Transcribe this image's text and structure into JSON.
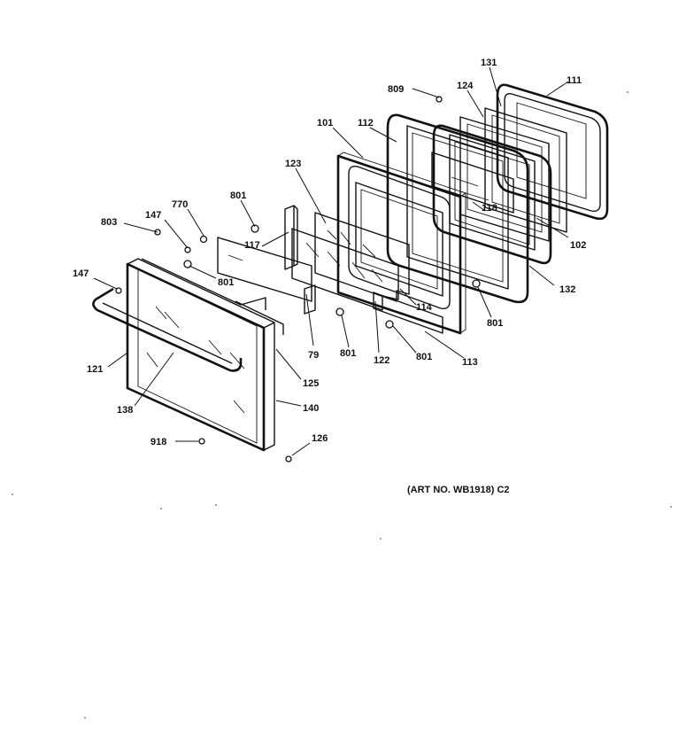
{
  "caption": "(ART NO. WB1918) C2",
  "callouts": [
    {
      "id": "809",
      "label": "809"
    },
    {
      "id": "131",
      "label": "131"
    },
    {
      "id": "124",
      "label": "124"
    },
    {
      "id": "111",
      "label": "111"
    },
    {
      "id": "101",
      "label": "101"
    },
    {
      "id": "112",
      "label": "112"
    },
    {
      "id": "123",
      "label": "123"
    },
    {
      "id": "118",
      "label": "118"
    },
    {
      "id": "801a",
      "label": "801"
    },
    {
      "id": "770",
      "label": "770"
    },
    {
      "id": "147a",
      "label": "147"
    },
    {
      "id": "803",
      "label": "803"
    },
    {
      "id": "117",
      "label": "117"
    },
    {
      "id": "102",
      "label": "102"
    },
    {
      "id": "801b",
      "label": "801"
    },
    {
      "id": "147b",
      "label": "147"
    },
    {
      "id": "132",
      "label": "132"
    },
    {
      "id": "114",
      "label": "114"
    },
    {
      "id": "801c",
      "label": "801"
    },
    {
      "id": "79",
      "label": "79"
    },
    {
      "id": "801d",
      "label": "801"
    },
    {
      "id": "122",
      "label": "122"
    },
    {
      "id": "801e",
      "label": "801"
    },
    {
      "id": "113",
      "label": "113"
    },
    {
      "id": "121",
      "label": "121"
    },
    {
      "id": "125",
      "label": "125"
    },
    {
      "id": "138",
      "label": "138"
    },
    {
      "id": "140",
      "label": "140"
    },
    {
      "id": "918",
      "label": "918"
    },
    {
      "id": "126",
      "label": "126"
    }
  ]
}
